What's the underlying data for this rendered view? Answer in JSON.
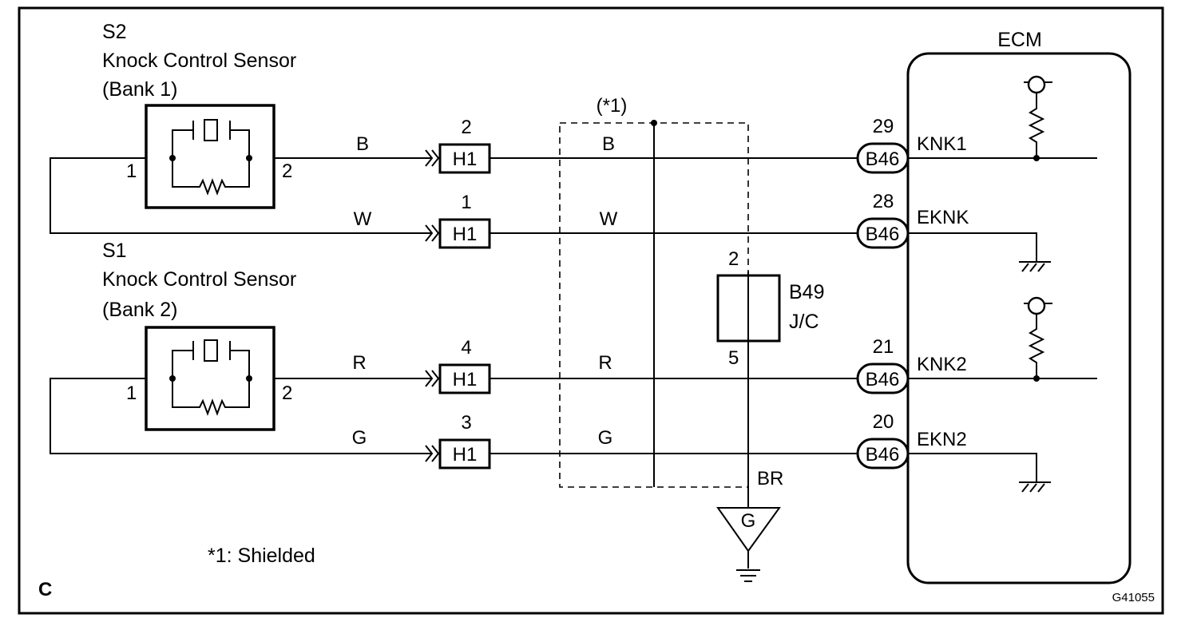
{
  "figure_id": "G41055",
  "corner_label": "C",
  "ecm": {
    "title": "ECM"
  },
  "sensor_bank1": {
    "id": "S2",
    "name": "Knock Control Sensor",
    "bank": "(Bank 1)",
    "pin_left": "1",
    "pin_right": "2"
  },
  "sensor_bank2": {
    "id": "S1",
    "name": "Knock Control Sensor",
    "bank": "(Bank 2)",
    "pin_left": "1",
    "pin_right": "2"
  },
  "wires": [
    {
      "color_left": "B",
      "h1_label": "H1",
      "h1_pin": "2",
      "color_right": "B",
      "ecm_conn": "B46",
      "ecm_pin": "29",
      "signal": "KNK1"
    },
    {
      "color_left": "W",
      "h1_label": "H1",
      "h1_pin": "1",
      "color_right": "W",
      "ecm_conn": "B46",
      "ecm_pin": "28",
      "signal": "EKNK"
    },
    {
      "color_left": "R",
      "h1_label": "H1",
      "h1_pin": "4",
      "color_right": "R",
      "ecm_conn": "B46",
      "ecm_pin": "21",
      "signal": "KNK2"
    },
    {
      "color_left": "G",
      "h1_label": "H1",
      "h1_pin": "3",
      "color_right": "G",
      "ecm_conn": "B46",
      "ecm_pin": "20",
      "signal": "EKN2"
    }
  ],
  "shield": {
    "marker": "(*1)",
    "note": "*1: Shielded"
  },
  "junction": {
    "id": "B49",
    "type": "J/C",
    "pin_top": "2",
    "pin_bottom": "5"
  },
  "ground": {
    "wire_color": "BR",
    "label": "G"
  }
}
